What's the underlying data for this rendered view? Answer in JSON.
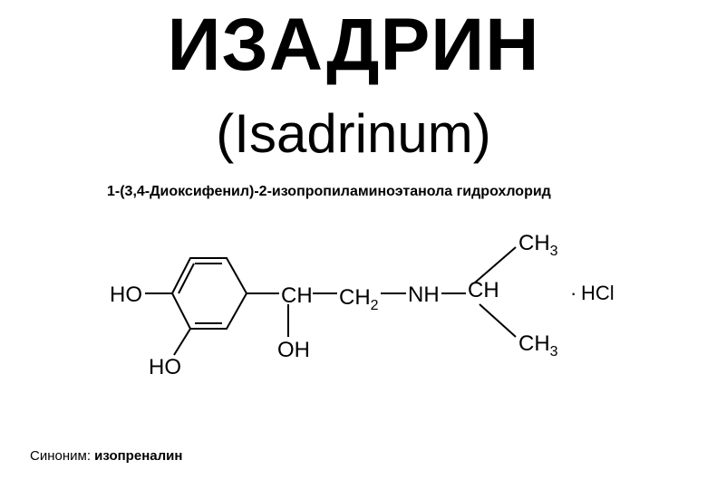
{
  "title": "ИЗАДРИН",
  "latin_name": "(Isadrinum)",
  "chemical_name": "1-(3,4-Диоксифенил)-2-изопропиламиноэтанола гидрохлорид",
  "structure": {
    "ho_top": "HO",
    "ho_bottom": "HO",
    "ch_left": "CH",
    "oh": "OH",
    "ch2": "CH",
    "ch2_sub": "2",
    "nh": "NH",
    "ch_right": "CH",
    "ch3_top": "CH",
    "ch3_top_sub": "3",
    "ch3_bottom": "CH",
    "ch3_bottom_sub": "3",
    "salt_dot": "·",
    "salt": "HCl"
  },
  "synonym": {
    "label": "Синоним:",
    "value": "изопреналин"
  }
}
